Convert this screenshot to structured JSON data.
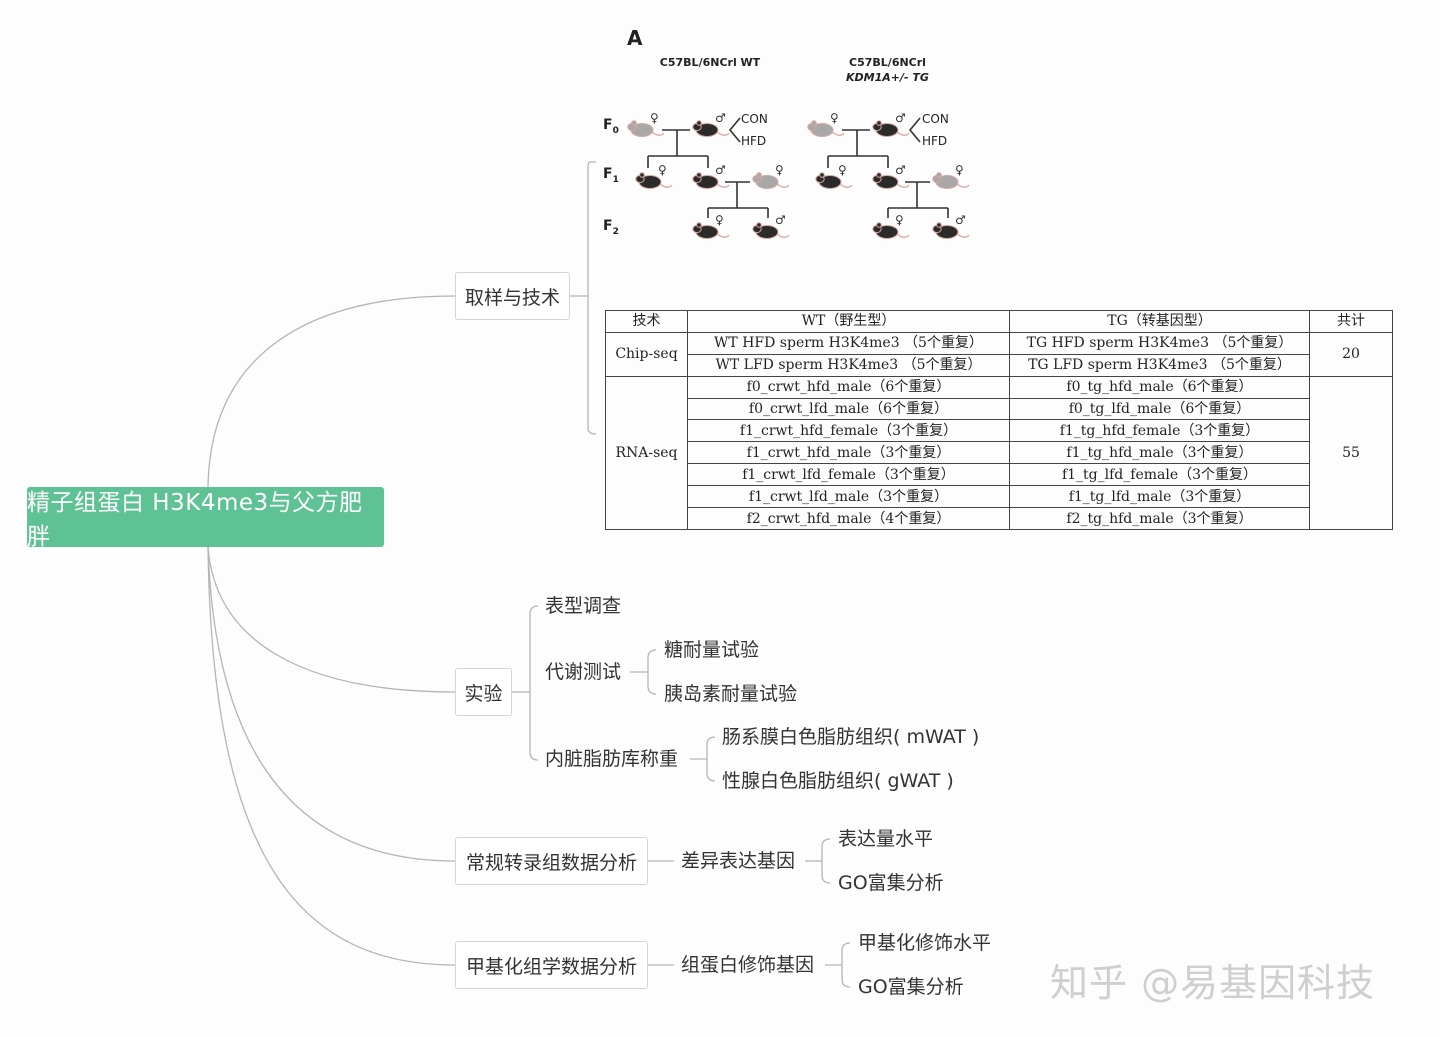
{
  "root": {
    "label": "精子组蛋白 H3K4me3与父方肥胖"
  },
  "branches": {
    "sampling": {
      "label": "取样与技术"
    },
    "experiment": {
      "label": "实验",
      "children": {
        "phenotype": "表型调查",
        "metabolic": {
          "label": "代谢测试",
          "children": [
            "糖耐量试验",
            "胰岛素耐量试验"
          ]
        },
        "visceral": {
          "label": "内脏脂肪库称重",
          "children": [
            "肠系膜白色脂肪组织( mWAT )",
            "性腺白色脂肪组织( gWAT )"
          ]
        }
      }
    },
    "transcriptome": {
      "label": "常规转录组数据分析",
      "child": {
        "label": "差异表达基因",
        "children": [
          "表达量水平",
          "GO富集分析"
        ]
      }
    },
    "methylation": {
      "label": "甲基化组学数据分析",
      "child": {
        "label": "组蛋白修饰基因",
        "children": [
          "甲基化修饰水平",
          "GO富集分析"
        ]
      }
    }
  },
  "figure": {
    "panel_letter": "A",
    "wt_header": "C57BL/6NCrl WT",
    "tg_header_line1": "C57BL/6NCrl",
    "tg_header_line2": "KDM1A+/- TG",
    "generations": [
      "F",
      "F",
      "F"
    ],
    "generation_subscripts": [
      "0",
      "1",
      "2"
    ],
    "diet_con": "CON",
    "diet_hfd": "HFD",
    "female_symbol": "♀",
    "male_symbol": "♂",
    "colors": {
      "wt_female": "#a8a8a8",
      "mouse_dark": "#2b2b2b",
      "tail": "#d9a7a0"
    }
  },
  "table": {
    "headers": [
      "技术",
      "WT（野生型）",
      "TG（转基因型）",
      "共计"
    ],
    "chip": {
      "tech": "Chip-seq",
      "rows": [
        [
          "WT HFD sperm H3K4me3 （5个重复）",
          "TG HFD sperm H3K4me3 （5个重复）"
        ],
        [
          "WT LFD sperm H3K4me3 （5个重复）",
          "TG LFD sperm H3K4me3 （5个重复）"
        ]
      ],
      "total": "20"
    },
    "rna": {
      "tech": "RNA-seq",
      "rows": [
        [
          "f0_crwt_hfd_male（6个重复）",
          "f0_tg_hfd_male（6个重复）"
        ],
        [
          "f0_crwt_lfd_male（6个重复）",
          "f0_tg_lfd_male（6个重复）"
        ],
        [
          "f1_crwt_hfd_female（3个重复）",
          "f1_tg_hfd_female（3个重复）"
        ],
        [
          "f1_crwt_hfd_male（3个重复）",
          "f1_tg_hfd_male（3个重复）"
        ],
        [
          "f1_crwt_lfd_female（3个重复）",
          "f1_tg_lfd_female（3个重复）"
        ],
        [
          "f1_crwt_lfd_male（3个重复）",
          "f1_tg_lfd_male（3个重复）"
        ],
        [
          "f2_crwt_hfd_male（4个重复）",
          "f2_tg_hfd_male（3个重复）"
        ]
      ],
      "total": "55"
    }
  },
  "watermark": "知乎 @易基因科技"
}
